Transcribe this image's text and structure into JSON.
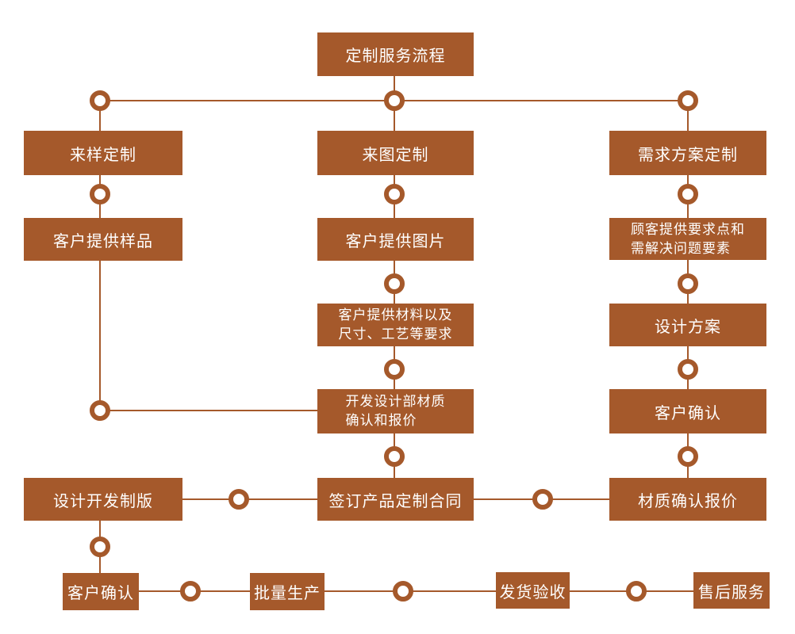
{
  "diagram": {
    "title": "定制服务流程",
    "type": "flowchart",
    "colors": {
      "box": "#A5592B",
      "line": "#A5592B",
      "ring": "#A5592B",
      "text": "#FFFFFF",
      "background": "#FFFFFF"
    },
    "nodes": {
      "root": {
        "label": "定制服务流程"
      },
      "sample_custom": {
        "label": "来样定制"
      },
      "sample_provide": {
        "label": "客户提供样品"
      },
      "image_custom": {
        "label": "来图定制"
      },
      "image_provide": {
        "label": "客户提供图片"
      },
      "material_requirements": {
        "lines": [
          "客户提供材料以及",
          "尺寸、工艺等要求"
        ]
      },
      "dev_material_confirm": {
        "lines": [
          "开发设计部材质",
          "确认和报价"
        ]
      },
      "sign_contract": {
        "label": "签订产品定制合同"
      },
      "demand_custom": {
        "label": "需求方案定制"
      },
      "demand_points": {
        "lines": [
          "顾客提供要求点和",
          "需解决问题要素"
        ]
      },
      "design_plan": {
        "label": "设计方案"
      },
      "client_confirm": {
        "label": "客户确认"
      },
      "material_quote": {
        "label": "材质确认报价"
      },
      "design_dev_plate": {
        "label": "设计开发制版"
      },
      "client_confirm2": {
        "label": "客户确认"
      },
      "batch_production": {
        "label": "批量生产"
      },
      "shipping_acceptance": {
        "label": "发货验收"
      },
      "after_sales": {
        "label": "售后服务"
      }
    },
    "edges": [
      [
        "root",
        "sample_custom"
      ],
      [
        "root",
        "image_custom"
      ],
      [
        "root",
        "demand_custom"
      ],
      [
        "sample_custom",
        "sample_provide"
      ],
      [
        "sample_provide",
        "dev_material_confirm"
      ],
      [
        "image_custom",
        "image_provide"
      ],
      [
        "image_provide",
        "material_requirements"
      ],
      [
        "material_requirements",
        "dev_material_confirm"
      ],
      [
        "dev_material_confirm",
        "sign_contract"
      ],
      [
        "demand_custom",
        "demand_points"
      ],
      [
        "demand_points",
        "design_plan"
      ],
      [
        "design_plan",
        "client_confirm"
      ],
      [
        "client_confirm",
        "material_quote"
      ],
      [
        "material_quote",
        "sign_contract"
      ],
      [
        "sign_contract",
        "design_dev_plate"
      ],
      [
        "design_dev_plate",
        "client_confirm2"
      ],
      [
        "client_confirm2",
        "batch_production"
      ],
      [
        "batch_production",
        "shipping_acceptance"
      ],
      [
        "shipping_acceptance",
        "after_sales"
      ]
    ]
  }
}
